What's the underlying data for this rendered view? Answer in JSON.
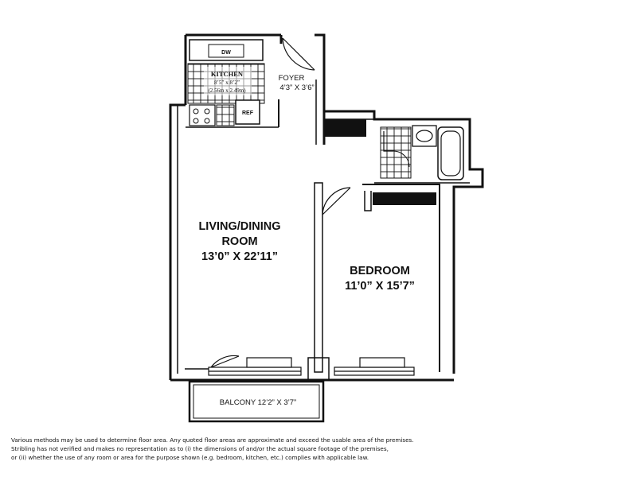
{
  "rooms": {
    "foyer": {
      "name": "FOYER",
      "dims": "4’3” X 3’6”"
    },
    "kitchen": {
      "name": "KITCHEN",
      "dims": "8’5” x 8’2”",
      "metric": "(2.56m x 2.49m)"
    },
    "living": {
      "name_line1": "LIVING/DINING",
      "name_line2": "ROOM",
      "dims": "13’0” X 22’11”"
    },
    "bedroom": {
      "name": "BEDROOM",
      "dims": "11’0” X 15’7”"
    },
    "balcony": {
      "label": "BALCONY 12’2” X 3’7”"
    }
  },
  "fixtures": {
    "dishwasher": "DW",
    "refrigerator": "REF"
  },
  "disclaimer": [
    "Various methods may be used to determine floor area.  Any quoted floor areas are approximate and exceed the usable area of the premises.",
    "Stribling has not verified and makes no representation as to (i) the dimensions of and/or the actual square footage of the premises,",
    "or (ii) whether the use of any room or area for the purpose shown (e.g. bedroom, kitchen, etc.) complies with applicable law."
  ]
}
